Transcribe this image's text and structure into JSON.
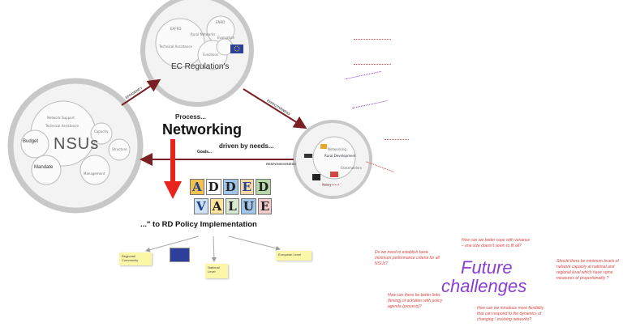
{
  "top_circle": {
    "title": "EC Regulation's",
    "items": [
      "EAFRD",
      "ENRD",
      "Functions",
      "Evaluation",
      "Rural Networks",
      "Technical Assistance"
    ]
  },
  "left_circle": {
    "title": "NSUs",
    "items": [
      "Budget",
      "Mandate",
      "Capacity",
      "Structure",
      "Management",
      "Network Support",
      "Technical Assistance"
    ]
  },
  "right_circle": {
    "title": "Rural Development",
    "items": [
      "Networking",
      "Stakeholders",
      "Policy"
    ]
  },
  "arrows": {
    "top_left": "EFFICIENCY",
    "top_right": "EFFECTIVENESS",
    "bottom": "RESPONSIVENESS"
  },
  "center": {
    "process": "Process...",
    "networking": "Networking",
    "driven": "driven by needs...",
    "goals": "Goals..."
  },
  "added_value": {
    "line1": [
      "A",
      "D",
      "D",
      "E",
      "D"
    ],
    "line2": [
      "V",
      "A",
      "L",
      "U",
      "E"
    ]
  },
  "implementation": "...\" to RD Policy Implementation",
  "levels": {
    "regional": "Regional/ Community",
    "national": "National Level",
    "european": "European Level"
  },
  "future": {
    "line1": "Future",
    "line2": "challenges"
  },
  "questions": [
    "Do we need to establish basic minimum performance criteria for all NSUs?",
    "How can we better cope with variance – one size doesn't seem to fit all?",
    "Should there be minimum levels of network capacity at national and regional level which have some measures of proportionality ?",
    "How can there be better links (timing) of activities with policy agenda (process)?",
    "How can we introduce more flexibility that can respond to the dynamics of changing / evolving networks?"
  ],
  "colors": {
    "red_arrow": "#e8231d",
    "dark_arrow": "#7a1f24",
    "question_red": "#d64545",
    "future_purple": "#8a3fd1",
    "sticky": "#fbf6a8"
  }
}
